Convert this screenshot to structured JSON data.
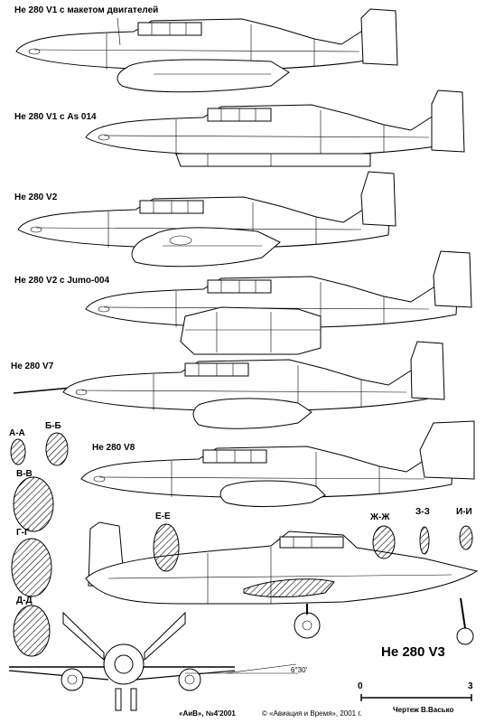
{
  "views": [
    {
      "label": "He 280 V1 с макетом двигателей"
    },
    {
      "label": "He 280 V1 с As 014"
    },
    {
      "label": "He 280 V2"
    },
    {
      "label": "He 280 V2 с Jumo-004"
    },
    {
      "label": "He 280 V7"
    },
    {
      "label": "He 280 V8"
    }
  ],
  "main_view": {
    "label": "He 280 V3"
  },
  "sections": [
    "А-А",
    "Б-Б",
    "В-В",
    "Г-Г",
    "Д-Д",
    "Е-Е",
    "Ж-Ж",
    "З-З",
    "И-И"
  ],
  "dihedral_label": "6°30'",
  "scale": {
    "start": "0",
    "end": "3"
  },
  "credits": {
    "author": "Чертеж В.Васько",
    "issue": "«АиВ», №4'2001",
    "publisher": "© «Авиация и Время», 2001 г."
  },
  "colors": {
    "ink": "#000000",
    "paper": "#ffffff"
  }
}
